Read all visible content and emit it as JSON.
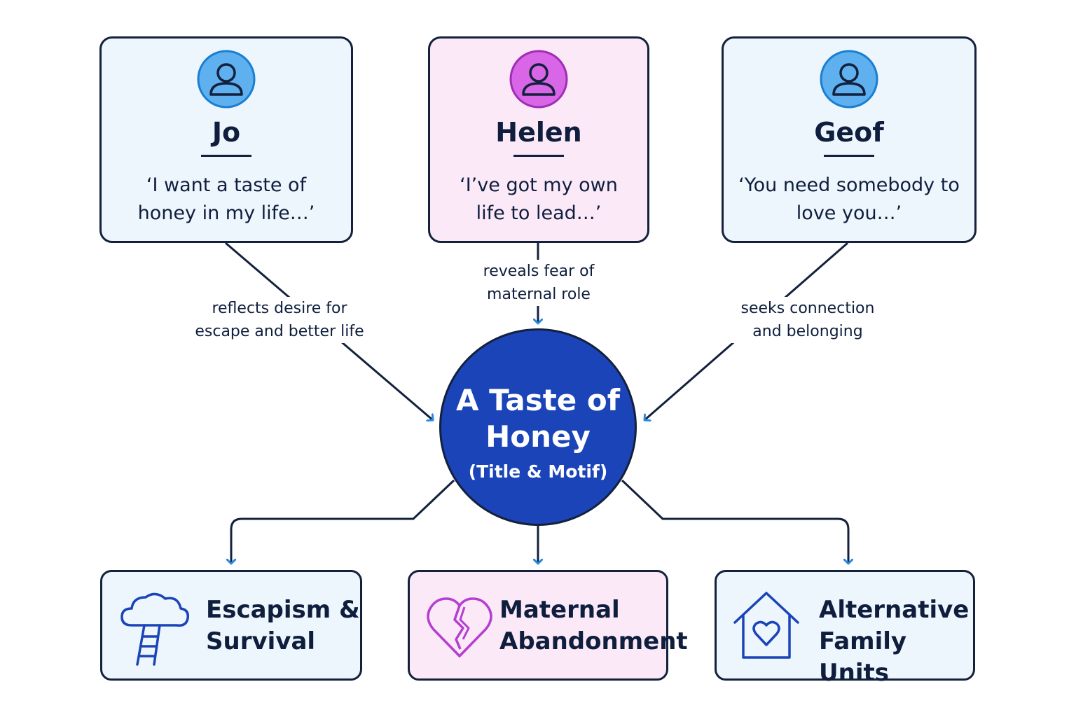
{
  "characters": [
    {
      "name": "Jo",
      "quote": "‘I want a taste of honey in my life…’",
      "avatar_icon": "person-icon",
      "avatar_color": "#5fb0ef",
      "card_color": "#eef6fd"
    },
    {
      "name": "Helen",
      "quote": "‘I’ve got my own life to lead…’",
      "avatar_icon": "person-icon",
      "avatar_color": "#d966e6",
      "card_color": "#fbe9f8"
    },
    {
      "name": "Geof",
      "quote": "‘You need somebody to love you…’",
      "avatar_icon": "person-icon",
      "avatar_color": "#5fb0ef",
      "card_color": "#eef6fd"
    }
  ],
  "edge_labels": {
    "jo": "reflects desire for\nescape and better life",
    "helen": "reveals fear of\nmaternal role",
    "geof": "seeks connection\nand belonging"
  },
  "center": {
    "title": "A Taste of Honey",
    "subtitle": "(Title & Motif)",
    "color": "#1a44b8"
  },
  "themes": [
    {
      "label": "Escapism &\nSurvival",
      "icon": "cloud-ladder-icon"
    },
    {
      "label": "Maternal\nAbandonment",
      "icon": "broken-heart-icon"
    },
    {
      "label": "Alternative\nFamily Units",
      "icon": "house-heart-icon"
    }
  ],
  "colors": {
    "outline": "#14213d",
    "arrow_head": "#2a8be0",
    "blue_card": "#eef6fd",
    "pink_card": "#fbe9f8",
    "pink_icon": "#b43fd0",
    "blue_icon": "#1a44b8"
  }
}
